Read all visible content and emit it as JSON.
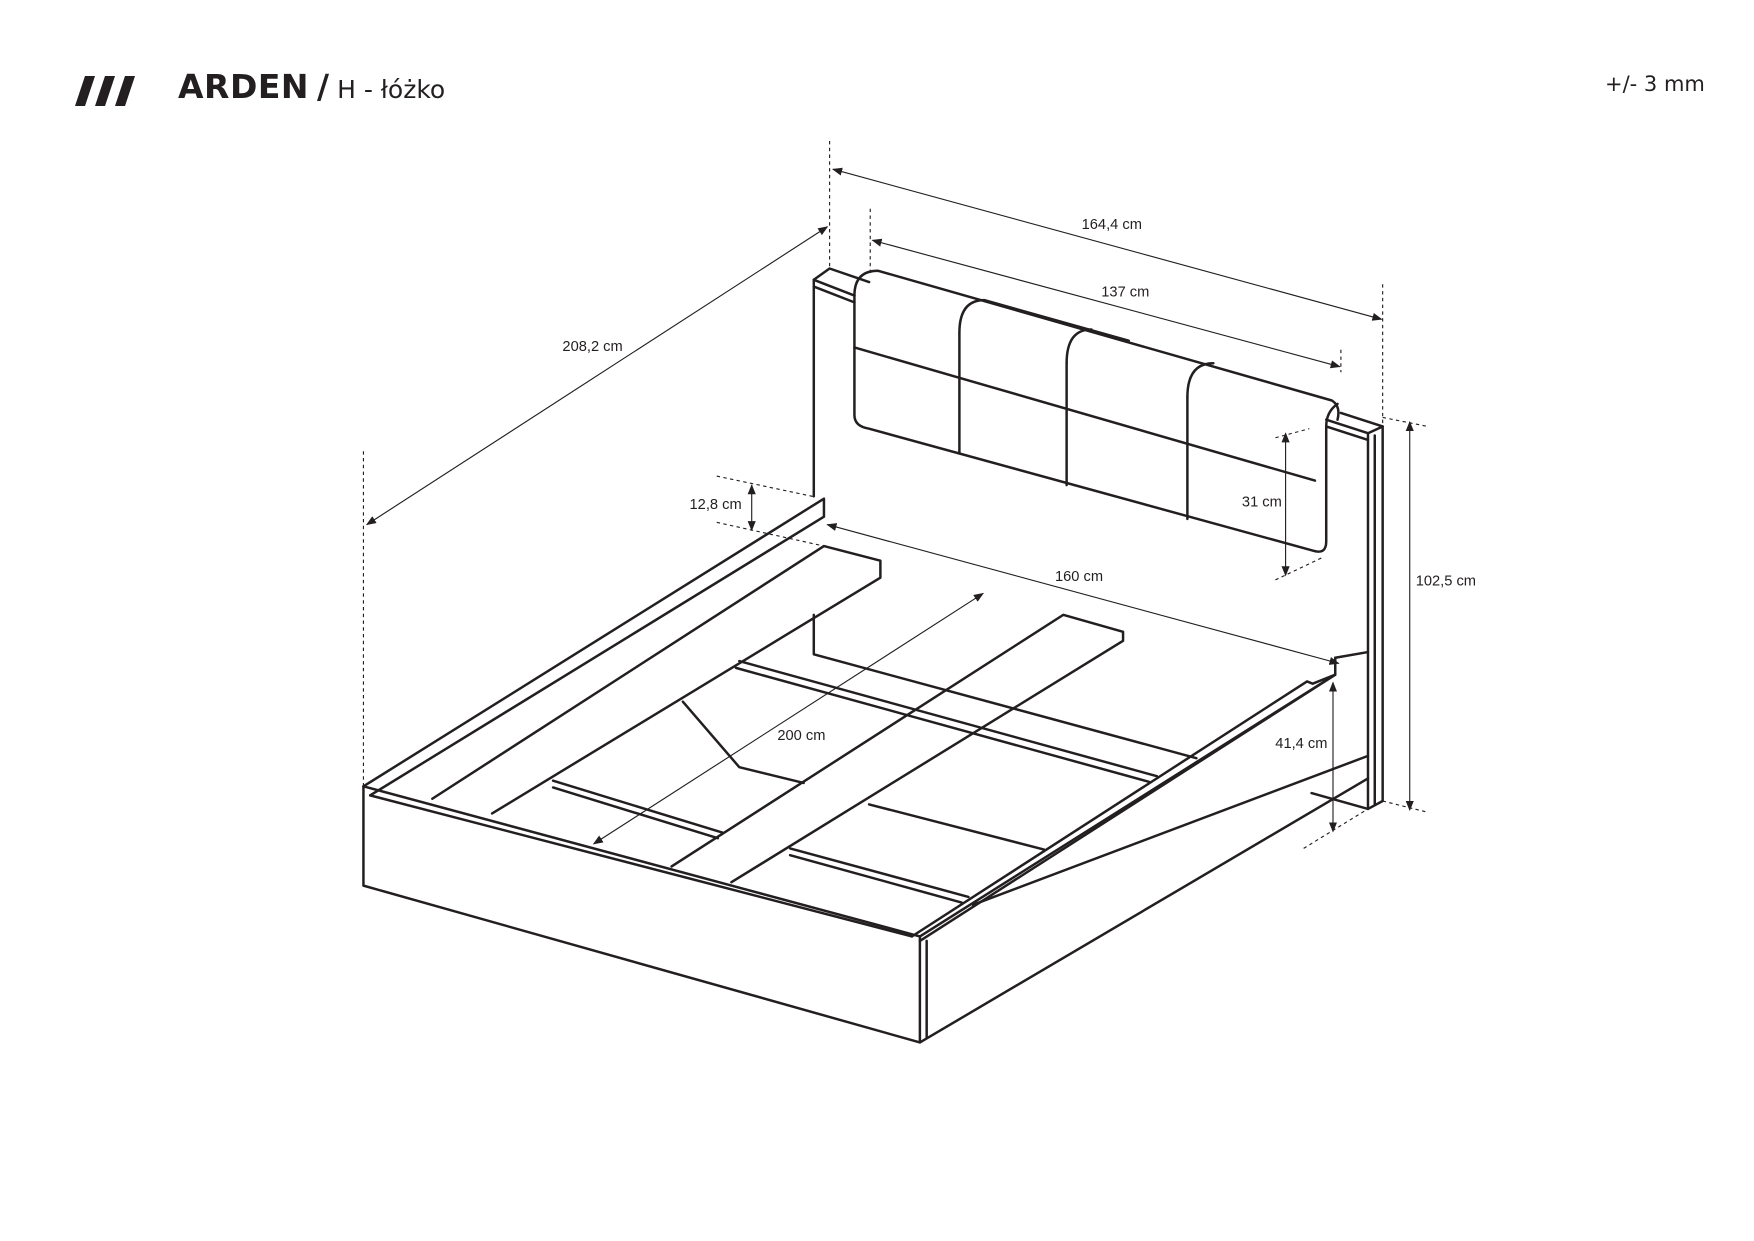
{
  "header": {
    "logo_icon": "triple-slash-logo-icon",
    "product_name": "ARDEN",
    "separator": "/",
    "product_type": "H - łóżko",
    "tolerance": "+/- 3 mm"
  },
  "drawing": {
    "subject": "isometric bed frame with upholstered headboard",
    "colors": {
      "line": "#231f20",
      "background": "#ffffff"
    },
    "dimensions": {
      "total_length": "208,2 cm",
      "total_width": "164,4 cm",
      "headboard_cushion_width": "137 cm",
      "cushion_height": "31 cm",
      "total_height": "102,5 cm",
      "mattress_width": "160 cm",
      "mattress_length": "200 cm",
      "frame_height": "41,4 cm",
      "side_rail_height": "12,8 cm"
    }
  }
}
